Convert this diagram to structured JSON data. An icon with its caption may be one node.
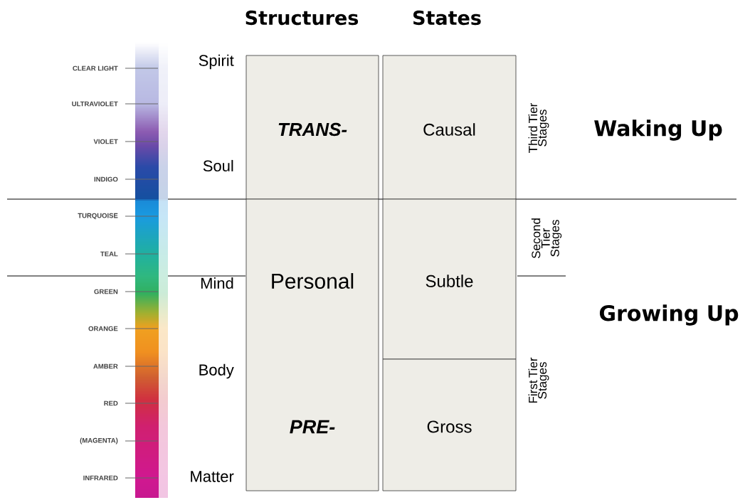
{
  "diagram": {
    "nodes": [
      {
        "text": [
          "TRANS-"
        ]
      },
      {
        "text": [
          "Causal"
        ]
      },
      {
        "text": [
          "Personal",
          "PRE-"
        ]
      },
      {
        "text": [
          "Subtle"
        ]
      },
      {
        "text": [
          "Gross"
        ]
      }
    ],
    "labels": [
      "Structures",
      "States",
      "CLEAR LIGHT",
      "ULTRAVIOLET",
      "VIOLET",
      "INDIGO",
      "TURQUOISE",
      "TEAL",
      "GREEN",
      "ORANGE",
      "AMBER",
      "RED",
      "(MAGENTA)",
      "INFRARED",
      "Spirit",
      "Soul",
      "Mind",
      "Body",
      "Matter",
      "Third Tier Stages",
      "Second Tier Stages",
      "First Tier Stages",
      "Waking Up",
      "Growing Up"
    ]
  }
}
